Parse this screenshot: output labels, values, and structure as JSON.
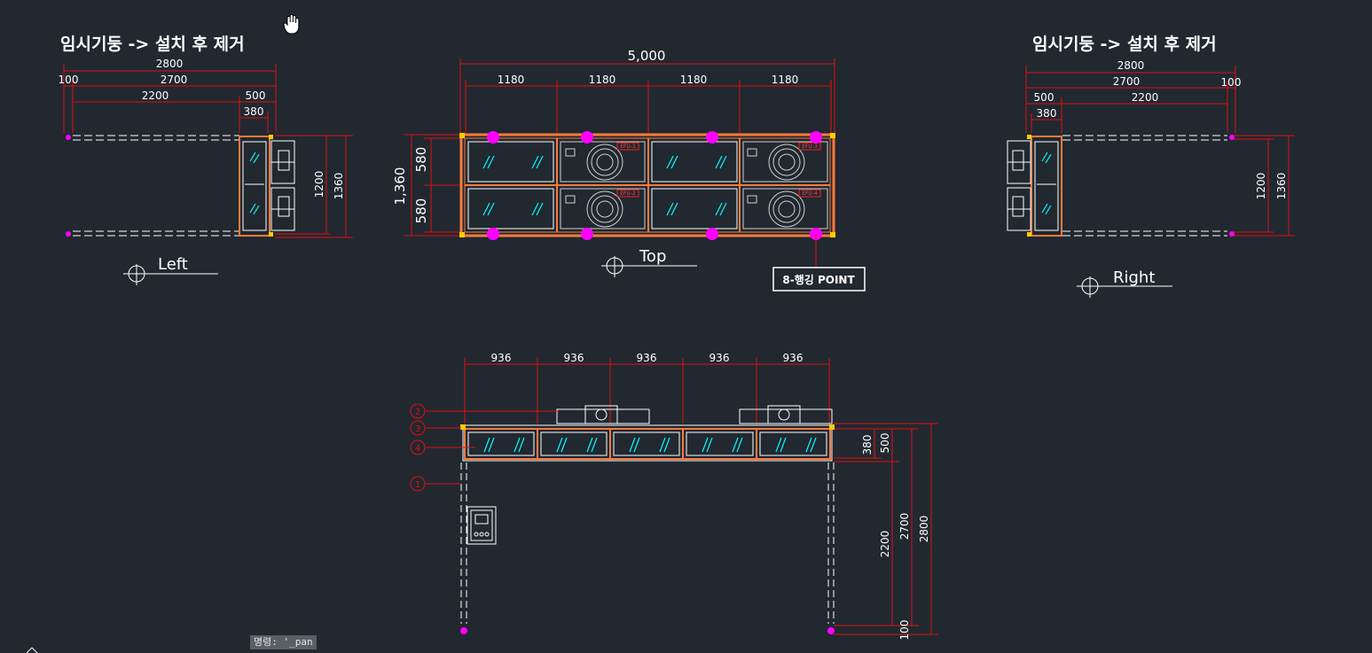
{
  "headings": {
    "left": "임시기둥 -> 설치 후 제거",
    "right": "임시기둥 -> 설치 후 제거"
  },
  "views": {
    "left": "Left",
    "top": "Top",
    "right": "Right"
  },
  "left_view": {
    "dims_h": [
      "2800",
      "100",
      "2700",
      "2200",
      "500",
      "380"
    ],
    "dims_v": [
      "1200",
      "1360"
    ]
  },
  "top_view": {
    "overall": "5,000",
    "modules": [
      "1180",
      "1180",
      "1180",
      "1180"
    ],
    "height_total": "1,360",
    "height_parts": [
      "580",
      "580"
    ],
    "unit_tags": [
      "EFU-1",
      "EFU-2",
      "EFU-3",
      "EFU-4"
    ]
  },
  "right_view": {
    "dims_h": [
      "2800",
      "2700",
      "100",
      "500",
      "2200",
      "380"
    ],
    "dims_v": [
      "1200",
      "1360"
    ]
  },
  "hanging_point_label": "8-행깅 POINT",
  "front_view": {
    "modules": [
      "936",
      "936",
      "936",
      "936",
      "936"
    ],
    "dims_v": [
      "380",
      "500",
      "2200",
      "2700",
      "2800",
      "100"
    ],
    "callouts": [
      "2",
      "3",
      "4",
      "1"
    ]
  },
  "command_line": "명령: '_pan",
  "colors": {
    "background": "#212830",
    "dimension": "#e01010",
    "frame": "#ff7a3c",
    "hanging_point": "#ff00ff",
    "glass": "#00ffff",
    "text": "#ffffff"
  },
  "icons": [
    "pan-hand-icon",
    "hanging-point-icon",
    "view-symbol-icon",
    "callout-bubble-icon",
    "control-panel-icon"
  ]
}
